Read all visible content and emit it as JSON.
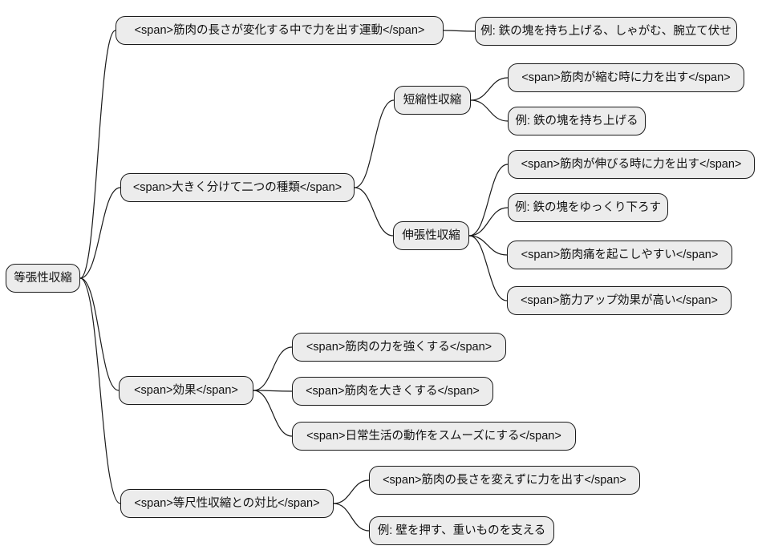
{
  "diagram": {
    "type": "mindmap",
    "background": "#ffffff",
    "node_fill": "#ececec",
    "node_border": "#1a1a1a",
    "edge_color": "#1a1a1a",
    "text_color": "#111111"
  },
  "mindmap": {
    "root": {
      "label": "等張性収縮"
    },
    "branches": [
      {
        "label": "<span>筋肉の長さが変化する中で力を出す運動</span>",
        "children": [
          {
            "label": "例: 鉄の塊を持ち上げる、しゃがむ、腕立て伏せ"
          }
        ]
      },
      {
        "label": "<span>大きく分けて二つの種類</span>",
        "children": [
          {
            "label": "短縮性収縮",
            "children": [
              {
                "label": "<span>筋肉が縮む時に力を出す</span>"
              },
              {
                "label": "例: 鉄の塊を持ち上げる"
              }
            ]
          },
          {
            "label": "伸張性収縮",
            "children": [
              {
                "label": "<span>筋肉が伸びる時に力を出す</span>"
              },
              {
                "label": "例: 鉄の塊をゆっくり下ろす"
              },
              {
                "label": "<span>筋肉痛を起こしやすい</span>"
              },
              {
                "label": "<span>筋力アップ効果が高い</span>"
              }
            ]
          }
        ]
      },
      {
        "label": "<span>効果</span>",
        "children": [
          {
            "label": "<span>筋肉の力を強くする</span>"
          },
          {
            "label": "<span>筋肉を大きくする</span>"
          },
          {
            "label": "<span>日常生活の動作をスムーズにする</span>"
          }
        ]
      },
      {
        "label": "<span>等尺性収縮との対比</span>",
        "children": [
          {
            "label": "<span>筋肉の長さを変えずに力を出す</span>"
          },
          {
            "label": "例: 壁を押す、重いものを支える"
          }
        ]
      }
    ]
  }
}
